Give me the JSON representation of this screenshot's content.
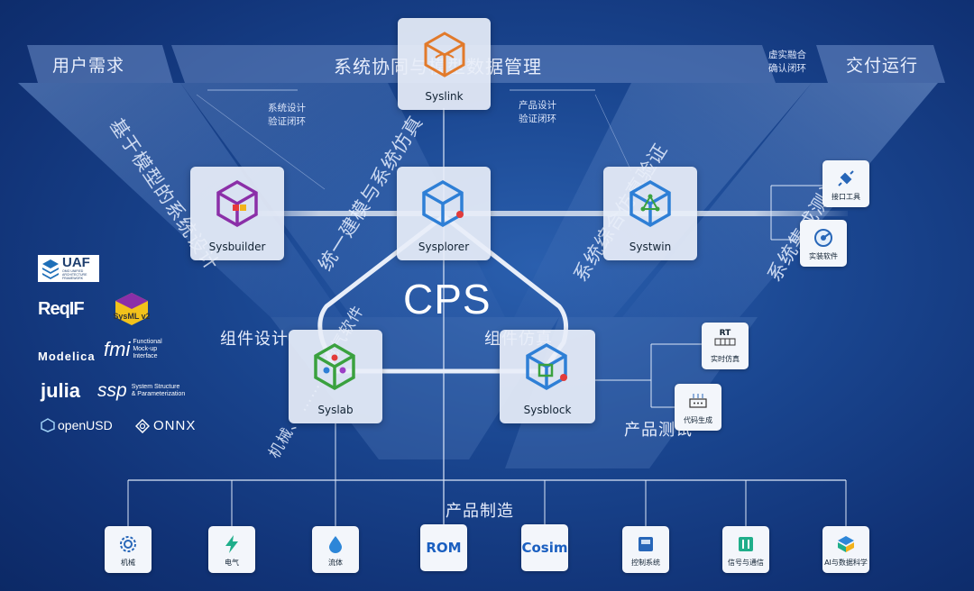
{
  "banners": {
    "left": "用户需求",
    "center": "系统协同与模型数据管理",
    "right": "交付运行",
    "right_small": [
      "虚实融合",
      "确认闭环"
    ]
  },
  "loop_labels": {
    "system": [
      "系统设计",
      "验证闭环"
    ],
    "product": [
      "产品设计",
      "验证闭环"
    ]
  },
  "diagonal_labels": {
    "mbse": "基于模型的系统设计",
    "unified": "统一建模与系统仿真",
    "verification": "系统综合仿真验证",
    "integration": "系统集成测试",
    "mech": "机械、 ……、 电气软件",
    "component_design": "组件设计",
    "component_sim": "组件仿真",
    "product_test": "产品测试",
    "manufacturing": "产品制造"
  },
  "center_text": "CPS",
  "cards": {
    "syslink": "Syslink",
    "sysbuilder": "Sysbuilder",
    "sysplorer": "Sysplorer",
    "systwin": "Systwin",
    "syslab": "Syslab",
    "sysblock": "Sysblock"
  },
  "side_tools": {
    "interface": "接口工具",
    "device_software": "实装软件",
    "realtime_badge": "RT",
    "realtime": "实时仿真",
    "codegen": "代码生成"
  },
  "bottom_tools": [
    {
      "label": "机械",
      "icon": "gear-icon"
    },
    {
      "label": "电气",
      "icon": "lightning-icon"
    },
    {
      "label": "流体",
      "icon": "droplet-icon"
    },
    {
      "label": "ROM",
      "icon": "text"
    },
    {
      "label": "Cosim",
      "icon": "text"
    },
    {
      "label": "控制系统",
      "icon": "controller-icon"
    },
    {
      "label": "信号与通信",
      "icon": "signal-icon"
    },
    {
      "label": "AI与数据科学",
      "icon": "cube-stack-icon"
    }
  ],
  "standards": {
    "uaf": "UAF",
    "uaf_sub": [
      "OMG UNIFIED",
      "ARCHITECTURE",
      "FRAMEWORK"
    ],
    "reqif": "ReqIF",
    "sysml": "SysML v2",
    "modelica": "Modelica",
    "fmi": "fmi",
    "fmi_sub": [
      "Functional",
      "Mock-up",
      "Interface"
    ],
    "julia": "julia",
    "ssp": "ssp",
    "ssp_sub": [
      "System Structure",
      "& Parameterization"
    ],
    "openusd": "openUSD",
    "onnx": "ONNX"
  },
  "colors": {
    "accent_orange": "#e27a2b",
    "accent_purple": "#8b2fa8",
    "accent_blue": "#2e7fd6",
    "accent_green": "#3aa13f",
    "accent_red": "#e23b3b"
  }
}
